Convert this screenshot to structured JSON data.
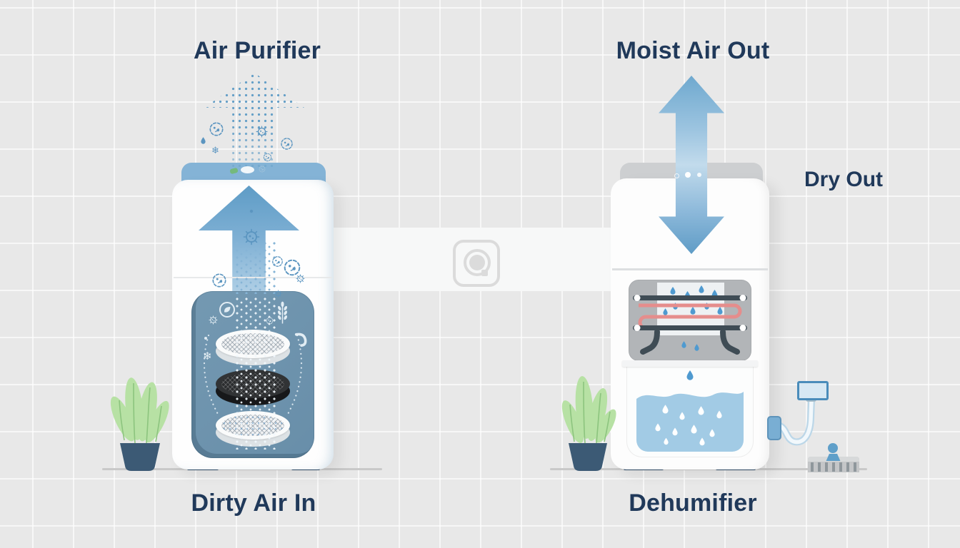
{
  "labels": {
    "air_purifier_title": "Air Purifier",
    "moist_air_out_title": "Moist Air Out",
    "dirty_air_in_label": "Dirty Air In",
    "dehumidifier_label": "Dehumifier",
    "dry_out_label": "Dry Out"
  },
  "icons": {
    "snowflake_glyph": "❄",
    "names": [
      "germ-icon",
      "virus-icon",
      "water-drop-icon",
      "leaf-circle-icon",
      "wheat-icon",
      "hook-icon",
      "snowflake-icon",
      "lens-watermark-icon",
      "plant-icon",
      "drain-icon",
      "hose-icon",
      "filter-disc-icon",
      "condenser-coil-icon",
      "up-arrow-icon",
      "double-arrow-icon",
      "dotted-arrow-icon"
    ]
  },
  "colors": {
    "background": "#e8e8e8",
    "grid_line": "#ffffff",
    "title_text": "#20395a",
    "arrow_blue": "#6aa6cd",
    "purifier_cap_blue": "#84b3d6",
    "purifier_panel_blue_gray": "#6d92ac",
    "carbon_filter_dark": "#2e3032",
    "condenser_coil_red": "#e58d8c",
    "coil_bar_dark": "#3f4c55",
    "water_blue": "#a2cbe5",
    "plant_green": "#b7e1a4",
    "plant_pot_navy": "#3c5a75",
    "device_feet_navy": "#2e4b66",
    "panel_gray": "#b2b5b8"
  }
}
